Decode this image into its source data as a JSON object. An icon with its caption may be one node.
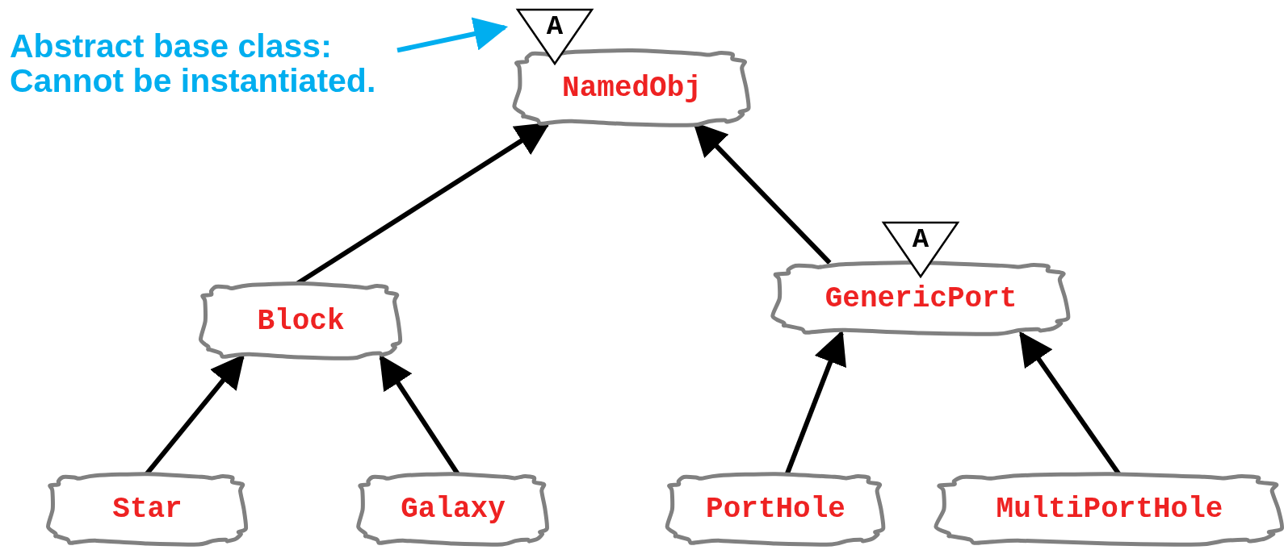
{
  "diagram": {
    "nodes": [
      {
        "text": [
          "Abstract base class: Cannot be instantiated."
        ]
      },
      {
        "text": [
          "A"
        ]
      },
      {
        "text": [
          "NamedObj"
        ]
      },
      {
        "text": [
          "Block"
        ]
      },
      {
        "text": [
          "A"
        ]
      },
      {
        "text": [
          "GenericPort"
        ]
      },
      {
        "text": [
          "Star"
        ]
      },
      {
        "text": [
          "Galaxy"
        ]
      },
      {
        "text": [
          "PortHole"
        ]
      },
      {
        "text": [
          "MultiPortHole"
        ]
      }
    ],
    "edges": [
      {
        "from": 0,
        "to": 1,
        "arrow": "to",
        "color": "#00aeef"
      },
      {
        "from": 3,
        "to": 2,
        "arrow": "to"
      },
      {
        "from": 5,
        "to": 2,
        "arrow": "to"
      },
      {
        "from": 6,
        "to": 3,
        "arrow": "to"
      },
      {
        "from": 7,
        "to": 3,
        "arrow": "to"
      },
      {
        "from": 8,
        "to": 5,
        "arrow": "to"
      },
      {
        "from": 9,
        "to": 5,
        "arrow": "to"
      }
    ]
  }
}
